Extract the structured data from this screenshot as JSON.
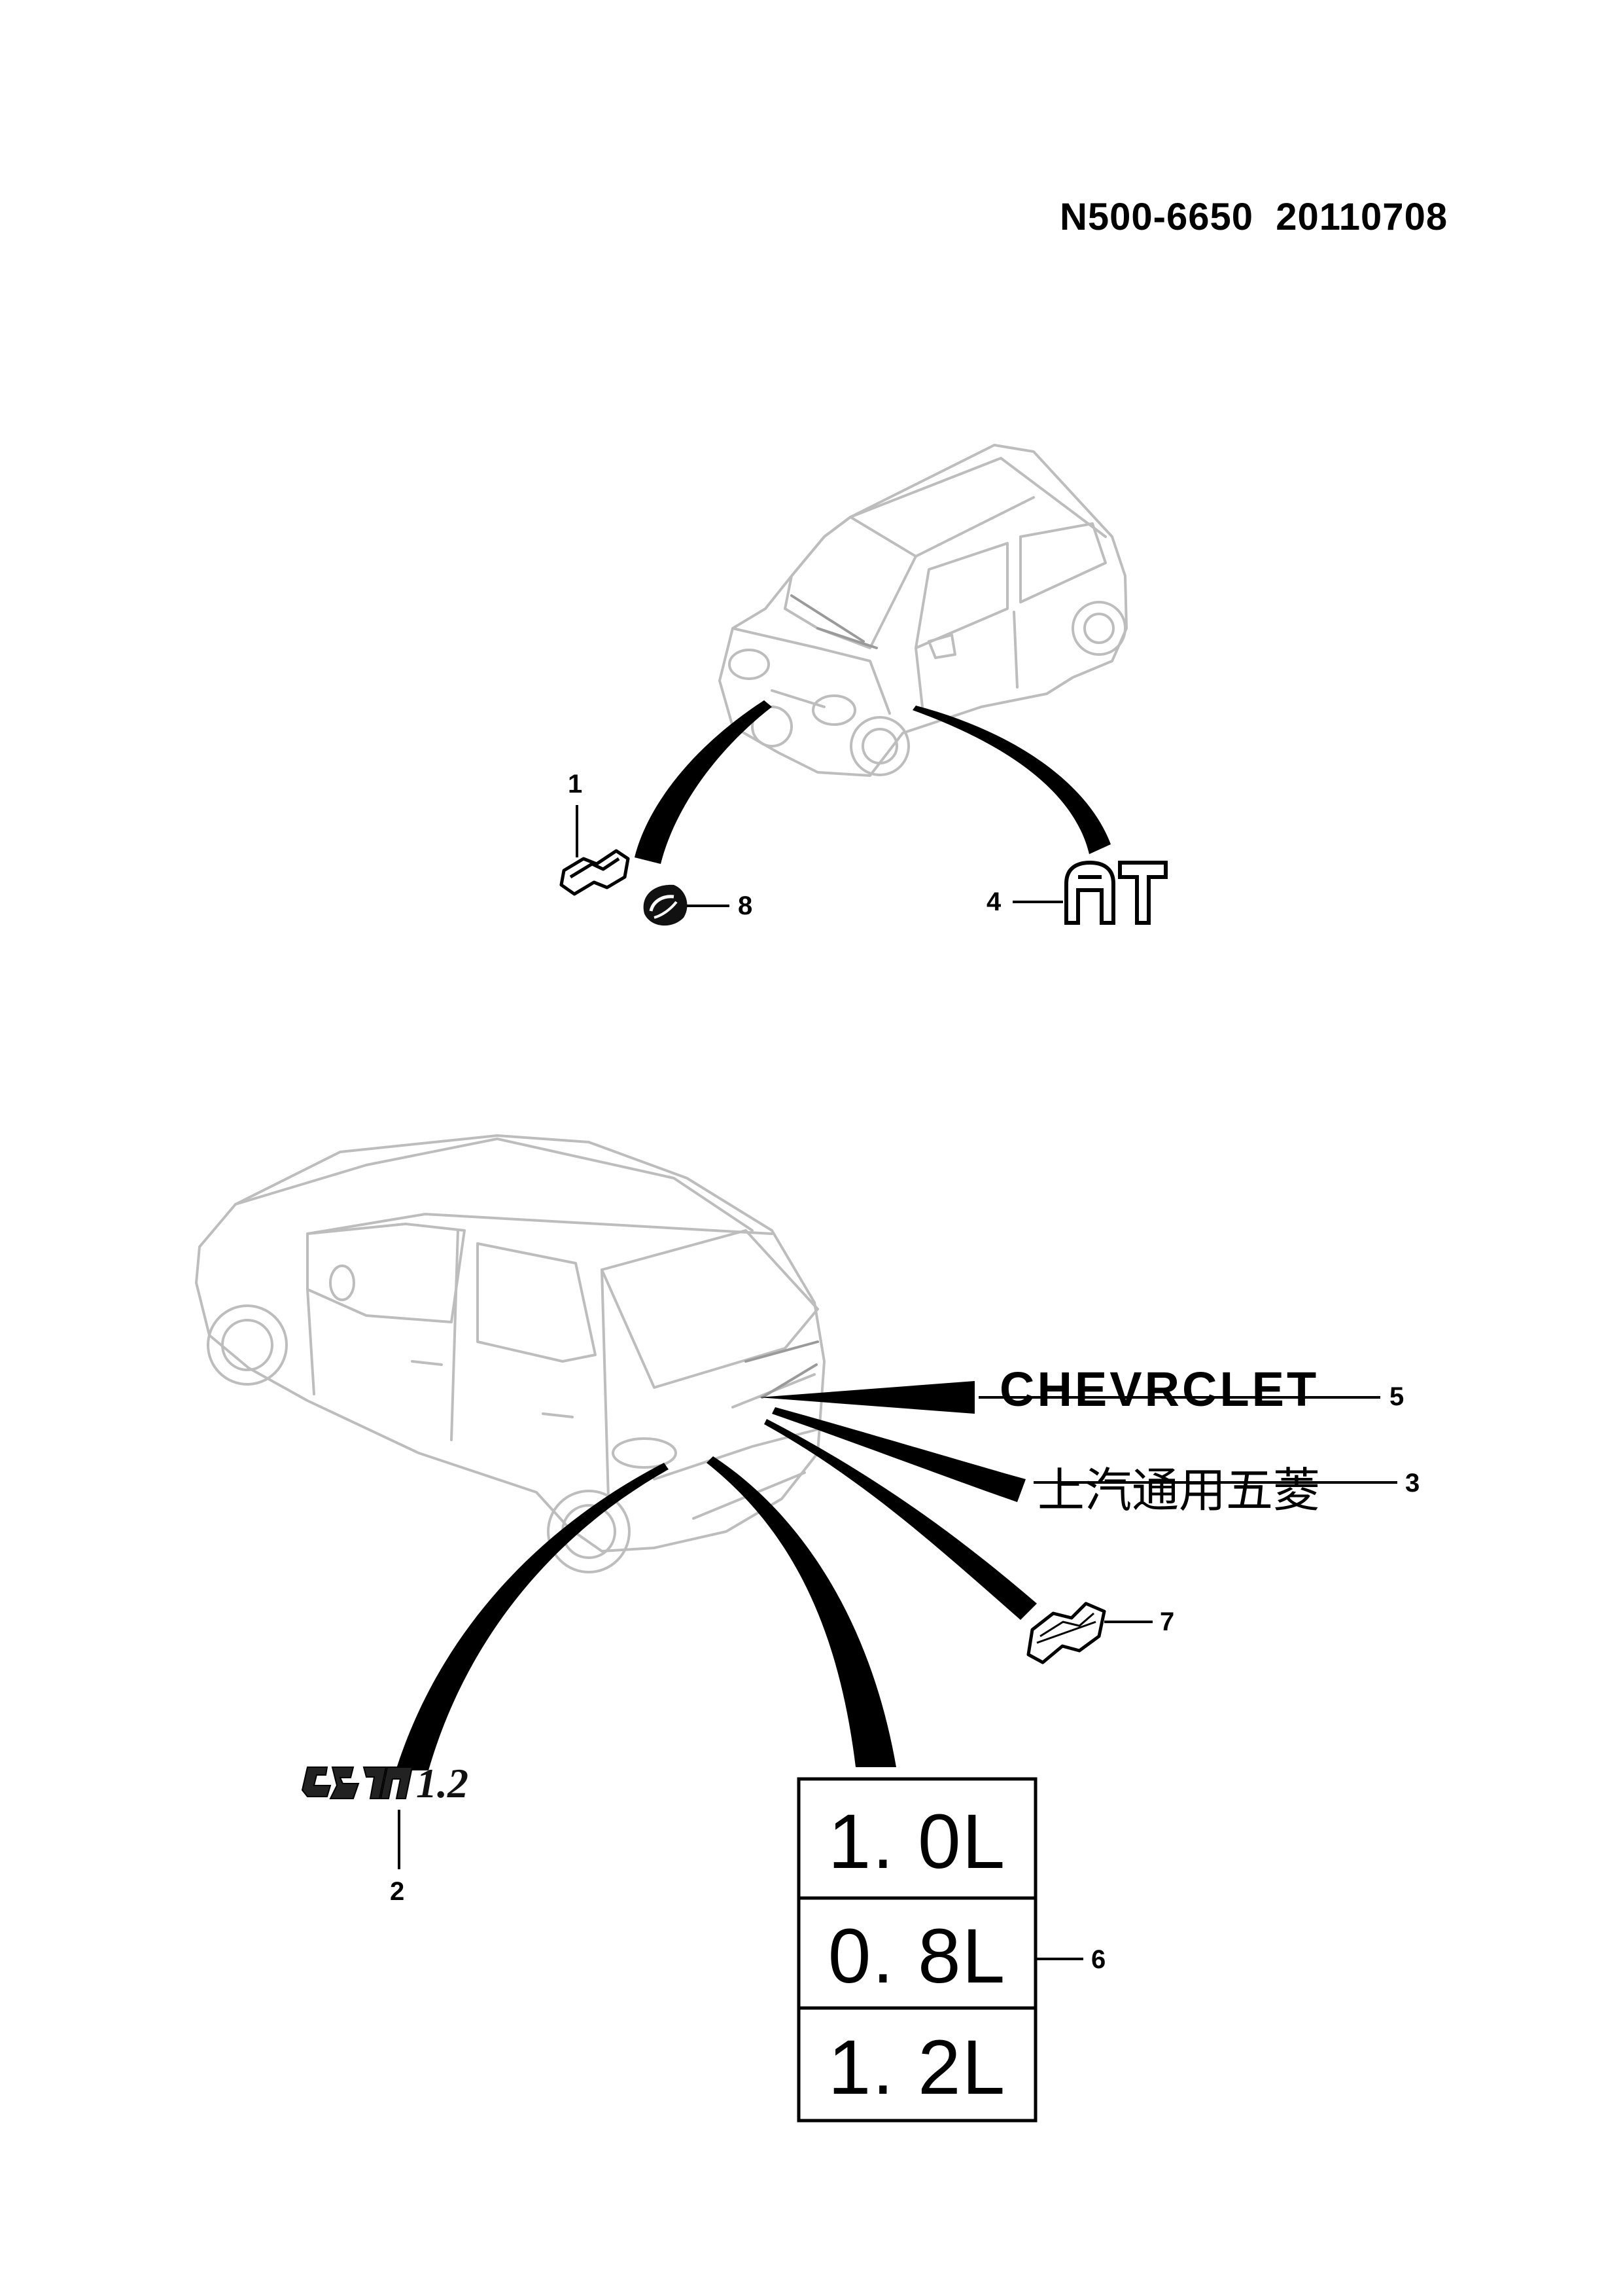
{
  "document": {
    "code": "N500-6650  20110708"
  },
  "callouts": [
    {
      "id": "1",
      "label": "1"
    },
    {
      "id": "2",
      "label": "2"
    },
    {
      "id": "3",
      "label": "3"
    },
    {
      "id": "4",
      "label": "4"
    },
    {
      "id": "5",
      "label": "5"
    },
    {
      "id": "6",
      "label": "6"
    },
    {
      "id": "7",
      "label": "7"
    },
    {
      "id": "8",
      "label": "8"
    }
  ],
  "parts": {
    "chevrolet_word": "CHEVRCLET",
    "chinese_maker": "上汽通用五菱",
    "at_badge": "AT",
    "model_emblem_number": "1.2",
    "displacement_badges": [
      "1. 0L",
      "0. 8L",
      "1. 2L"
    ]
  },
  "icons": {
    "front_car": "hatchback-front-three-quarter-view",
    "rear_car": "hatchback-rear-three-quarter-view",
    "bowtie": "bowtie-emblem-icon",
    "oval_badge": "small-oval-badge-icon",
    "chinese_emblem": "model-name-emblem-glyphs"
  },
  "colors": {
    "ink": "#000000",
    "car_outline": "#bdbdbd",
    "background": "#ffffff"
  }
}
